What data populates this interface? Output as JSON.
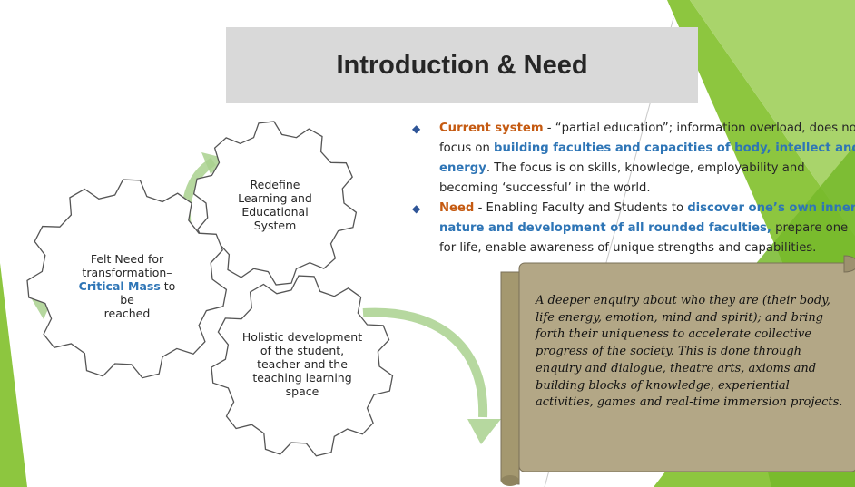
{
  "slide": {
    "title": "Introduction & Need",
    "colors": {
      "accent_green": "#8dc63f",
      "title_bg": "#d9d9d9",
      "orange": "#c55a11",
      "blue": "#2e75b6",
      "scroll": "#b3a786"
    }
  },
  "gears": {
    "left": {
      "line1": "Felt Need for",
      "line2": "transformation–",
      "highlight": "Critical Mass",
      "line3_tail": " to be",
      "line4": "reached"
    },
    "top": {
      "lines": [
        "Redefine",
        "Learning and",
        "Educational",
        "System"
      ]
    },
    "bottom": {
      "lines": [
        "Holistic development",
        "of the student,",
        "teacher and the",
        "teaching learning",
        "space"
      ]
    }
  },
  "bullets": [
    {
      "lead": "Current system",
      "text_1": " - “partial education”; information overload, does not focus on ",
      "emph": "building faculties and capacities of body, intellect and energy",
      "text_2": ". The focus is on skills, knowledge, employability and becoming ‘successful’ in the world."
    },
    {
      "lead": "Need",
      "text_1": " - Enabling Faculty and Students to ",
      "emph": "discover one’s own inner nature and development of all rounded faculties,",
      "text_2": " prepare one for life, enable awareness of unique strengths and capabilities."
    }
  ],
  "scroll": {
    "text": "A deeper enquiry about who they are (their body, life energy, emotion, mind and spirit); and bring forth their uniqueness to accelerate collective progress of the society. This is done through  enquiry and dialogue, theatre arts, axioms and building blocks of knowledge, experiential activities, games and real-time immersion projects."
  }
}
